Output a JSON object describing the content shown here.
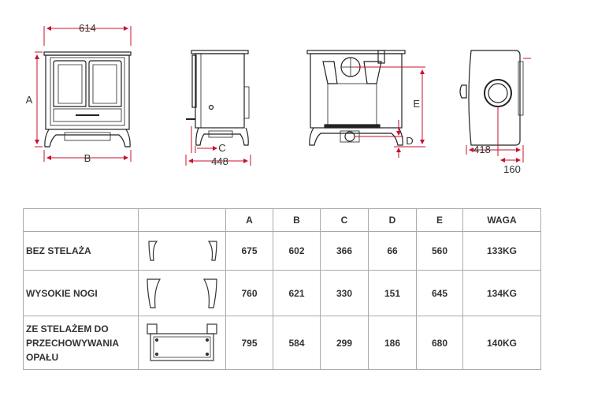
{
  "drawing_labels": {
    "front_width": "614",
    "front_height_letter": "A",
    "front_base_letter": "B",
    "side_c_letter": "C",
    "side_depth": "448",
    "back_e_letter": "E",
    "back_d_letter": "D",
    "top_depth": "418",
    "top_flue_offset": "160"
  },
  "table": {
    "headers": [
      "",
      "",
      "A",
      "B",
      "C",
      "D",
      "E",
      "WAGA"
    ],
    "rows": [
      {
        "name": "BEZ STELAŻA",
        "lines": [
          "BEZ STELAŻA"
        ],
        "base": "short-feet",
        "values": [
          "675",
          "602",
          "366",
          "66",
          "560",
          "133KG"
        ]
      },
      {
        "name": "WYSOKIE NOGI",
        "lines": [
          "WYSOKIE NOGI"
        ],
        "base": "tall-legs",
        "values": [
          "760",
          "621",
          "330",
          "151",
          "645",
          "134KG"
        ]
      },
      {
        "name": "ZE STELAŻEM DO PRZECHOWYWANIA OPAŁU",
        "lines": [
          "ZE STELAŻEM DO",
          "PRZECHOWYWANIA",
          "OPAŁU"
        ],
        "base": "log-store",
        "values": [
          "795",
          "584",
          "299",
          "186",
          "680",
          "140KG"
        ]
      }
    ]
  },
  "colors": {
    "dimension_line": "#c8102e",
    "outline": "#222222"
  }
}
